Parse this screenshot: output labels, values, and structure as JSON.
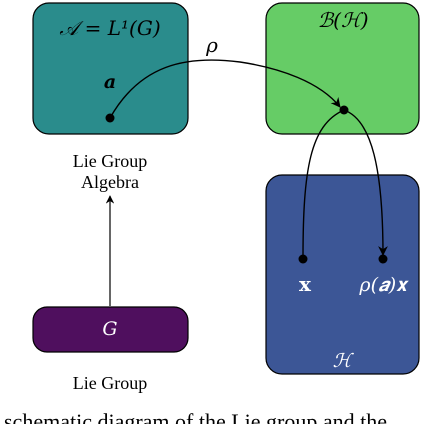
{
  "boxes": {
    "algebra": {
      "label": "𝒜 = L¹(G)",
      "color": "#2a8c8c"
    },
    "operators": {
      "label": "ℬ(ℋ)",
      "color": "#66cc66"
    },
    "hilbert": {
      "label": "ℋ",
      "color": "#3c5696"
    },
    "group": {
      "label": "G",
      "color": "#4f0f5e"
    }
  },
  "points": {
    "a": "𝒂",
    "x": "𝐱",
    "rho_a_x": "ρ(𝒂)𝐱"
  },
  "arrows": {
    "rho": "ρ"
  },
  "captions": {
    "algebra_line1": "Lie Group",
    "algebra_line2": "Algebra",
    "group": "Lie Group",
    "bottom_cut": "schematic diagram of the Lie group and the"
  }
}
